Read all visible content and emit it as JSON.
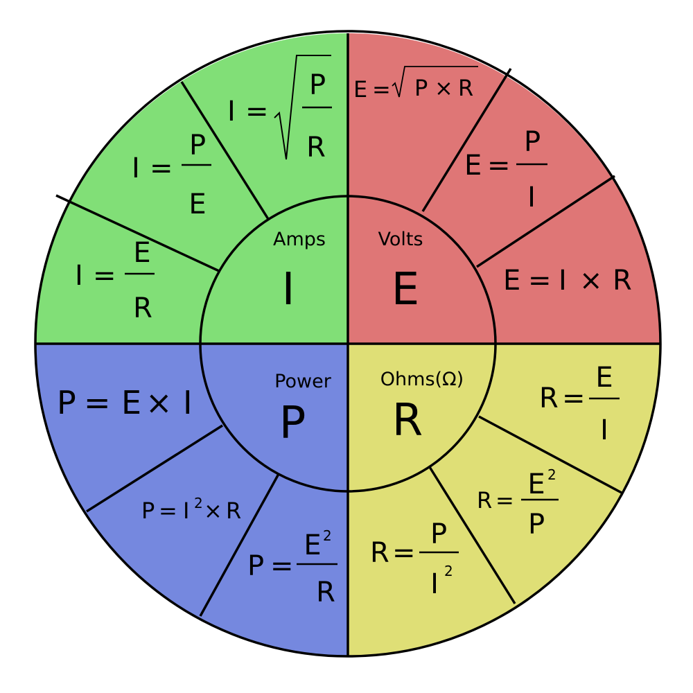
{
  "colors": {
    "current": "#81df77",
    "voltage": "#df7676",
    "power": "#7588df",
    "resistance": "#dfdf76",
    "stroke": "#000000"
  },
  "quadrants": {
    "current": {
      "unit": "Amps",
      "symbol": "I"
    },
    "voltage": {
      "unit": "Volts",
      "symbol": "E"
    },
    "power": {
      "unit": "Power",
      "symbol": "P"
    },
    "resistance": {
      "unit": "Ohms(Ω)",
      "symbol": "R"
    }
  },
  "formulas": {
    "i_sqrt": {
      "lhs": "I",
      "eq": "=",
      "num": "P",
      "den": "R"
    },
    "i_p_e": {
      "lhs": "I",
      "eq": "=",
      "num": "P",
      "den": "E"
    },
    "i_e_r": {
      "lhs": "I",
      "eq": "=",
      "num": "E",
      "den": "R"
    },
    "e_sqrt": {
      "lhs": "E",
      "eq": "=",
      "a": "P",
      "op": "×",
      "b": "R"
    },
    "e_p_i": {
      "lhs": "E",
      "eq": "=",
      "num": "P",
      "den": "I"
    },
    "e_i_r": {
      "lhs": "E",
      "eq": "=",
      "a": "I",
      "op": "×",
      "b": "R"
    },
    "p_e_i": {
      "lhs": "P",
      "eq": "=",
      "a": "E",
      "op": "×",
      "b": "I"
    },
    "p_i2_r": {
      "lhs": "P",
      "eq": "=",
      "a": "I",
      "exp": "2",
      "op": "×",
      "b": "R"
    },
    "p_e2_r": {
      "lhs": "P",
      "eq": "=",
      "num": "E",
      "exp": "2",
      "den": "R"
    },
    "r_e_i": {
      "lhs": "R",
      "eq": "=",
      "num": "E",
      "den": "I"
    },
    "r_e2_p": {
      "lhs": "R",
      "eq": "=",
      "num": "E",
      "exp": "2",
      "den": "P"
    },
    "r_p_i2": {
      "lhs": "R",
      "eq": "=",
      "num": "P",
      "den": "I",
      "exp": "2"
    }
  }
}
